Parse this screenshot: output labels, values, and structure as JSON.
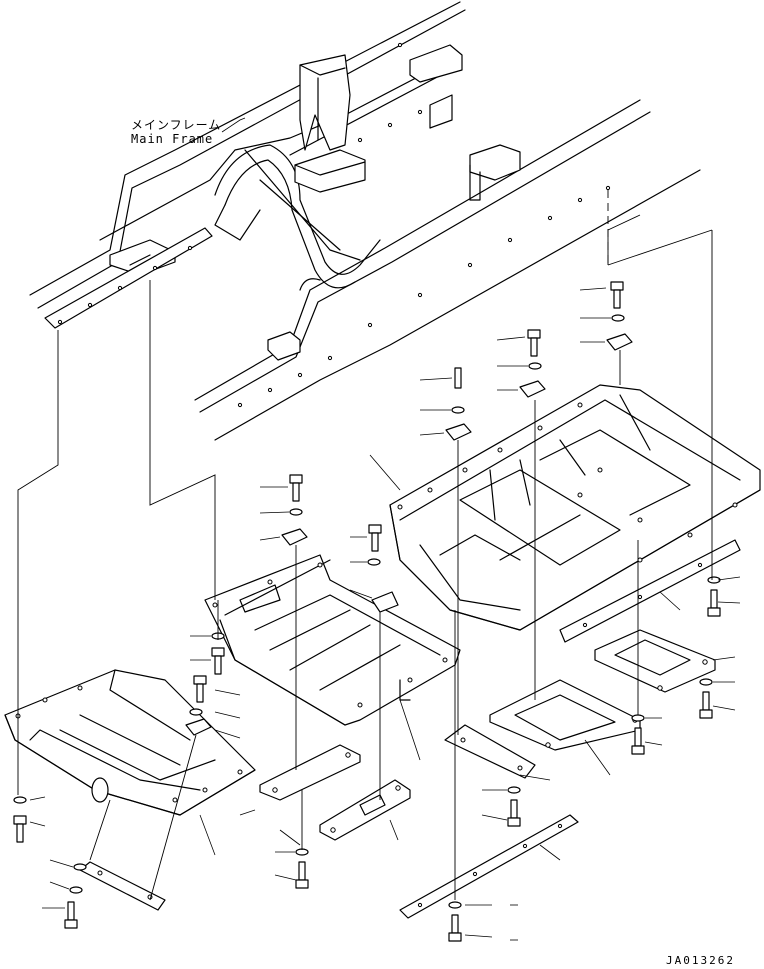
{
  "callout": {
    "label_jp": "メインフレーム",
    "label_en": "Main Frame"
  },
  "drawing_number": "JA013262"
}
